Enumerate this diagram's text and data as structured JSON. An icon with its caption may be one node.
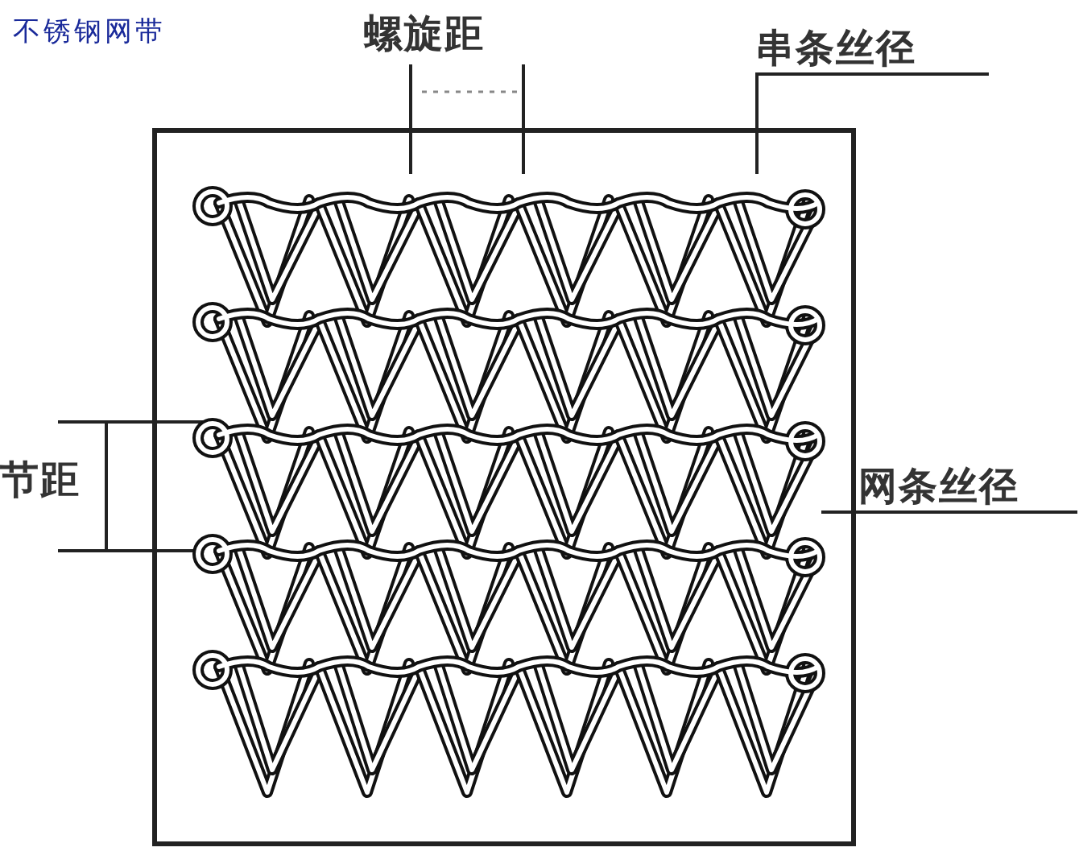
{
  "diagram": {
    "title": "不锈钢网带",
    "nodes": [
      {
        "text": [],
        "shape": "picture"
      },
      {
        "text": [
          "螺旋距"
        ]
      },
      {
        "text": [
          "串条丝径"
        ]
      },
      {
        "text": [
          "网条丝径"
        ]
      }
    ],
    "edges": [
      {
        "from": 1,
        "to": 0,
        "arrow": "none"
      },
      {
        "from": 1,
        "to": 0,
        "arrow": "none"
      },
      {
        "from": 2,
        "to": 0,
        "arrow": "none"
      },
      {
        "from": 3,
        "to": 0,
        "arrow": "none"
      }
    ],
    "labels": [
      "节距"
    ]
  }
}
